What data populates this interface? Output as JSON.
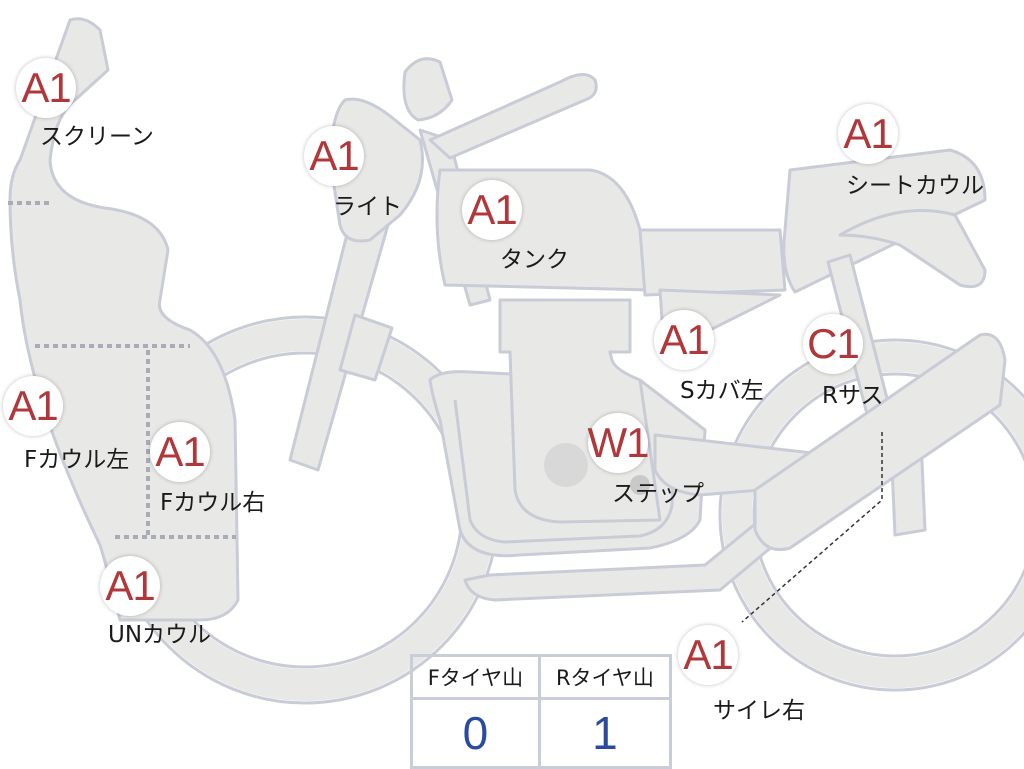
{
  "parts": [
    {
      "id": "screen",
      "grade": "A1",
      "label": "スクリーン"
    },
    {
      "id": "light",
      "grade": "A1",
      "label": "ライト"
    },
    {
      "id": "tank",
      "grade": "A1",
      "label": "タンク"
    },
    {
      "id": "seat-cowl",
      "grade": "A1",
      "label": "シートカウル"
    },
    {
      "id": "s-cover-l",
      "grade": "A1",
      "label": "Sカバ左"
    },
    {
      "id": "r-sus",
      "grade": "C1",
      "label": "Rサス"
    },
    {
      "id": "f-cowl-l",
      "grade": "A1",
      "label": "Fカウル左"
    },
    {
      "id": "f-cowl-r",
      "grade": "A1",
      "label": "Fカウル右"
    },
    {
      "id": "step",
      "grade": "W1",
      "label": "ステップ"
    },
    {
      "id": "un-cowl",
      "grade": "A1",
      "label": "UNカウル"
    },
    {
      "id": "silencer-r",
      "grade": "A1",
      "label": "サイレ右"
    }
  ],
  "tire_table": {
    "headers": [
      "Fタイヤ山",
      "Rタイヤ山"
    ],
    "values": [
      "0",
      "1"
    ]
  },
  "colors": {
    "grade": "#b0383a",
    "value": "#2a4aa0",
    "body_fill": "#e8e8e6",
    "body_stroke": "#c9ccd6"
  }
}
